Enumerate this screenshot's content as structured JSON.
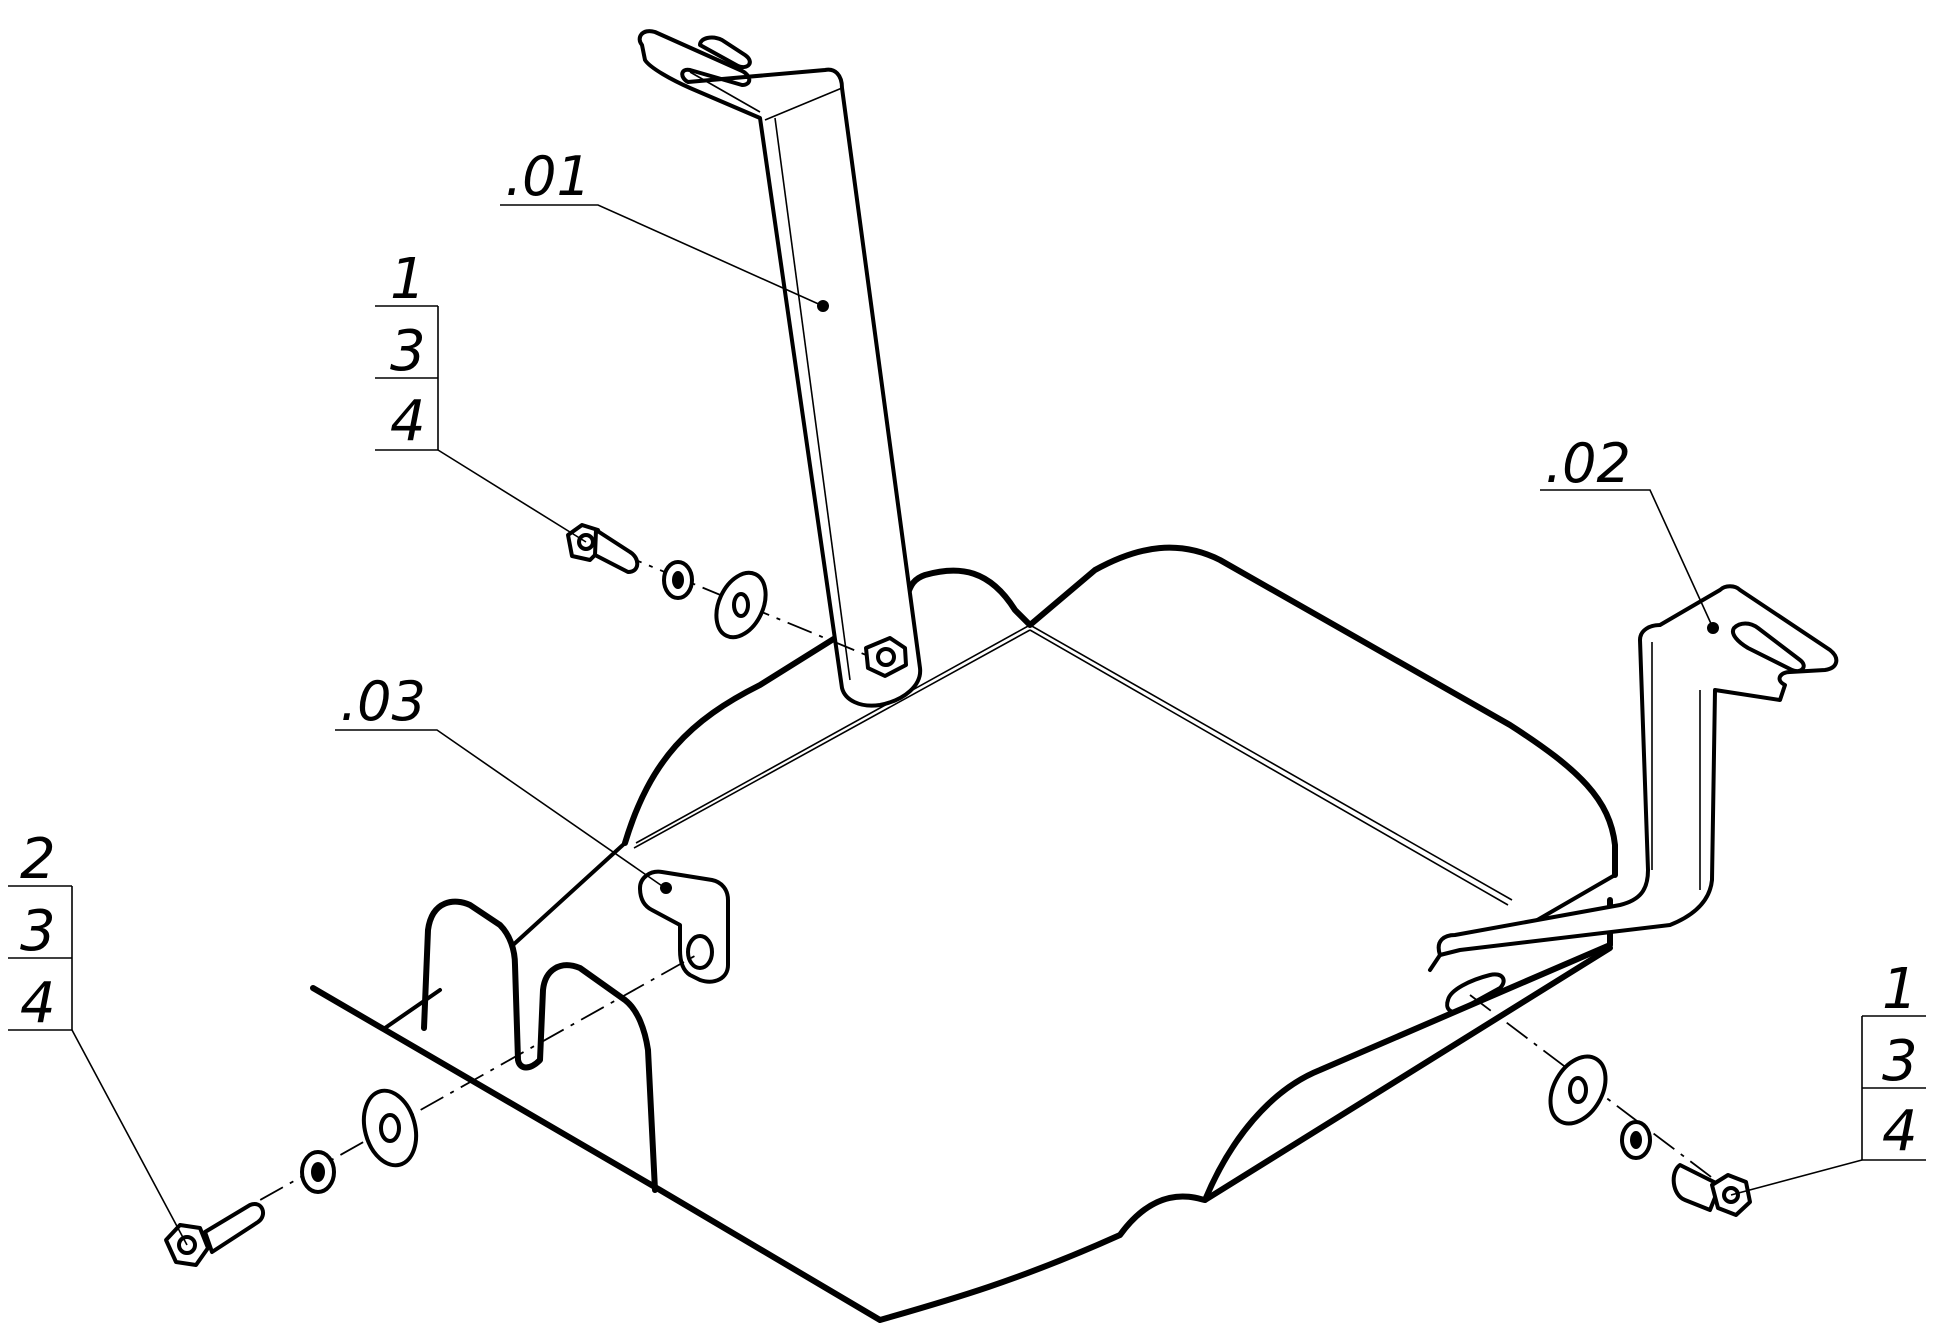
{
  "labels": {
    "part_01": ".01",
    "part_02": ".02",
    "part_03": ".03",
    "stack_top_left": [
      "1",
      "3",
      "4"
    ],
    "stack_bottom_left": [
      "2",
      "3",
      "4"
    ],
    "stack_right": [
      "1",
      "3",
      "4"
    ]
  },
  "colors": {
    "line": "#000000",
    "background": "#ffffff"
  }
}
